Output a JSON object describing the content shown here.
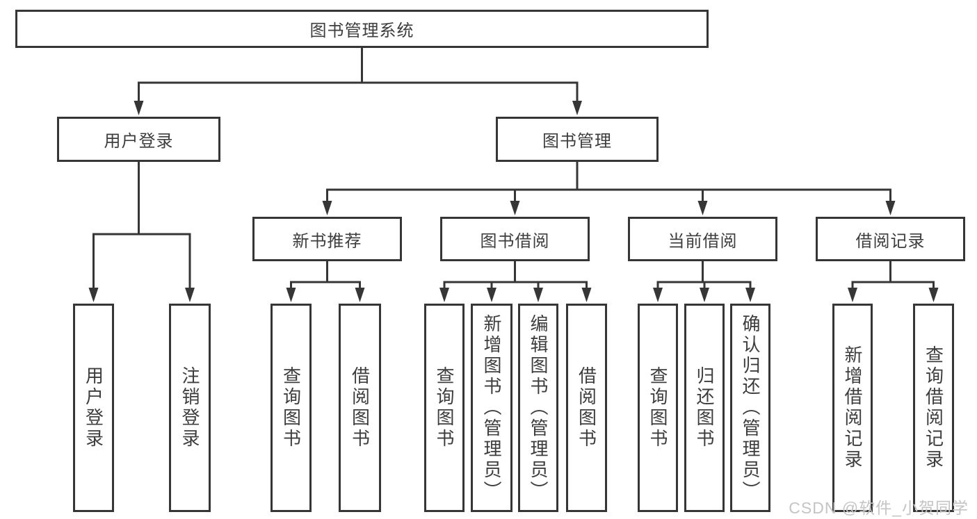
{
  "diagram": {
    "tree": {
      "label": "图书管理系统",
      "children": [
        {
          "label": "用户登录",
          "children": [
            {
              "label": "用户登录"
            },
            {
              "label": "注销登录"
            }
          ]
        },
        {
          "label": "图书管理",
          "children": [
            {
              "label": "新书推荐",
              "children": [
                {
                  "label": "查询图书"
                },
                {
                  "label": "借阅图书"
                }
              ]
            },
            {
              "label": "图书借阅",
              "children": [
                {
                  "label": "查询图书"
                },
                {
                  "label": "新增图书（管理员）"
                },
                {
                  "label": "编辑图书（管理员）"
                },
                {
                  "label": "借阅图书"
                }
              ]
            },
            {
              "label": "当前借阅",
              "children": [
                {
                  "label": "查询图书"
                },
                {
                  "label": "归还图书"
                },
                {
                  "label": "确认归还（管理员）"
                }
              ]
            },
            {
              "label": "借阅记录",
              "children": [
                {
                  "label": "新增借阅记录"
                },
                {
                  "label": "查询借阅记录"
                }
              ]
            }
          ]
        }
      ]
    }
  },
  "watermark": {
    "text": "CSDN @软件_小贺同学"
  },
  "colors": {
    "line": "#363636",
    "box_border": "#363636",
    "text": "#3d3d3d",
    "watermark_text": "#c4c4c4",
    "background": "#ffffff"
  }
}
